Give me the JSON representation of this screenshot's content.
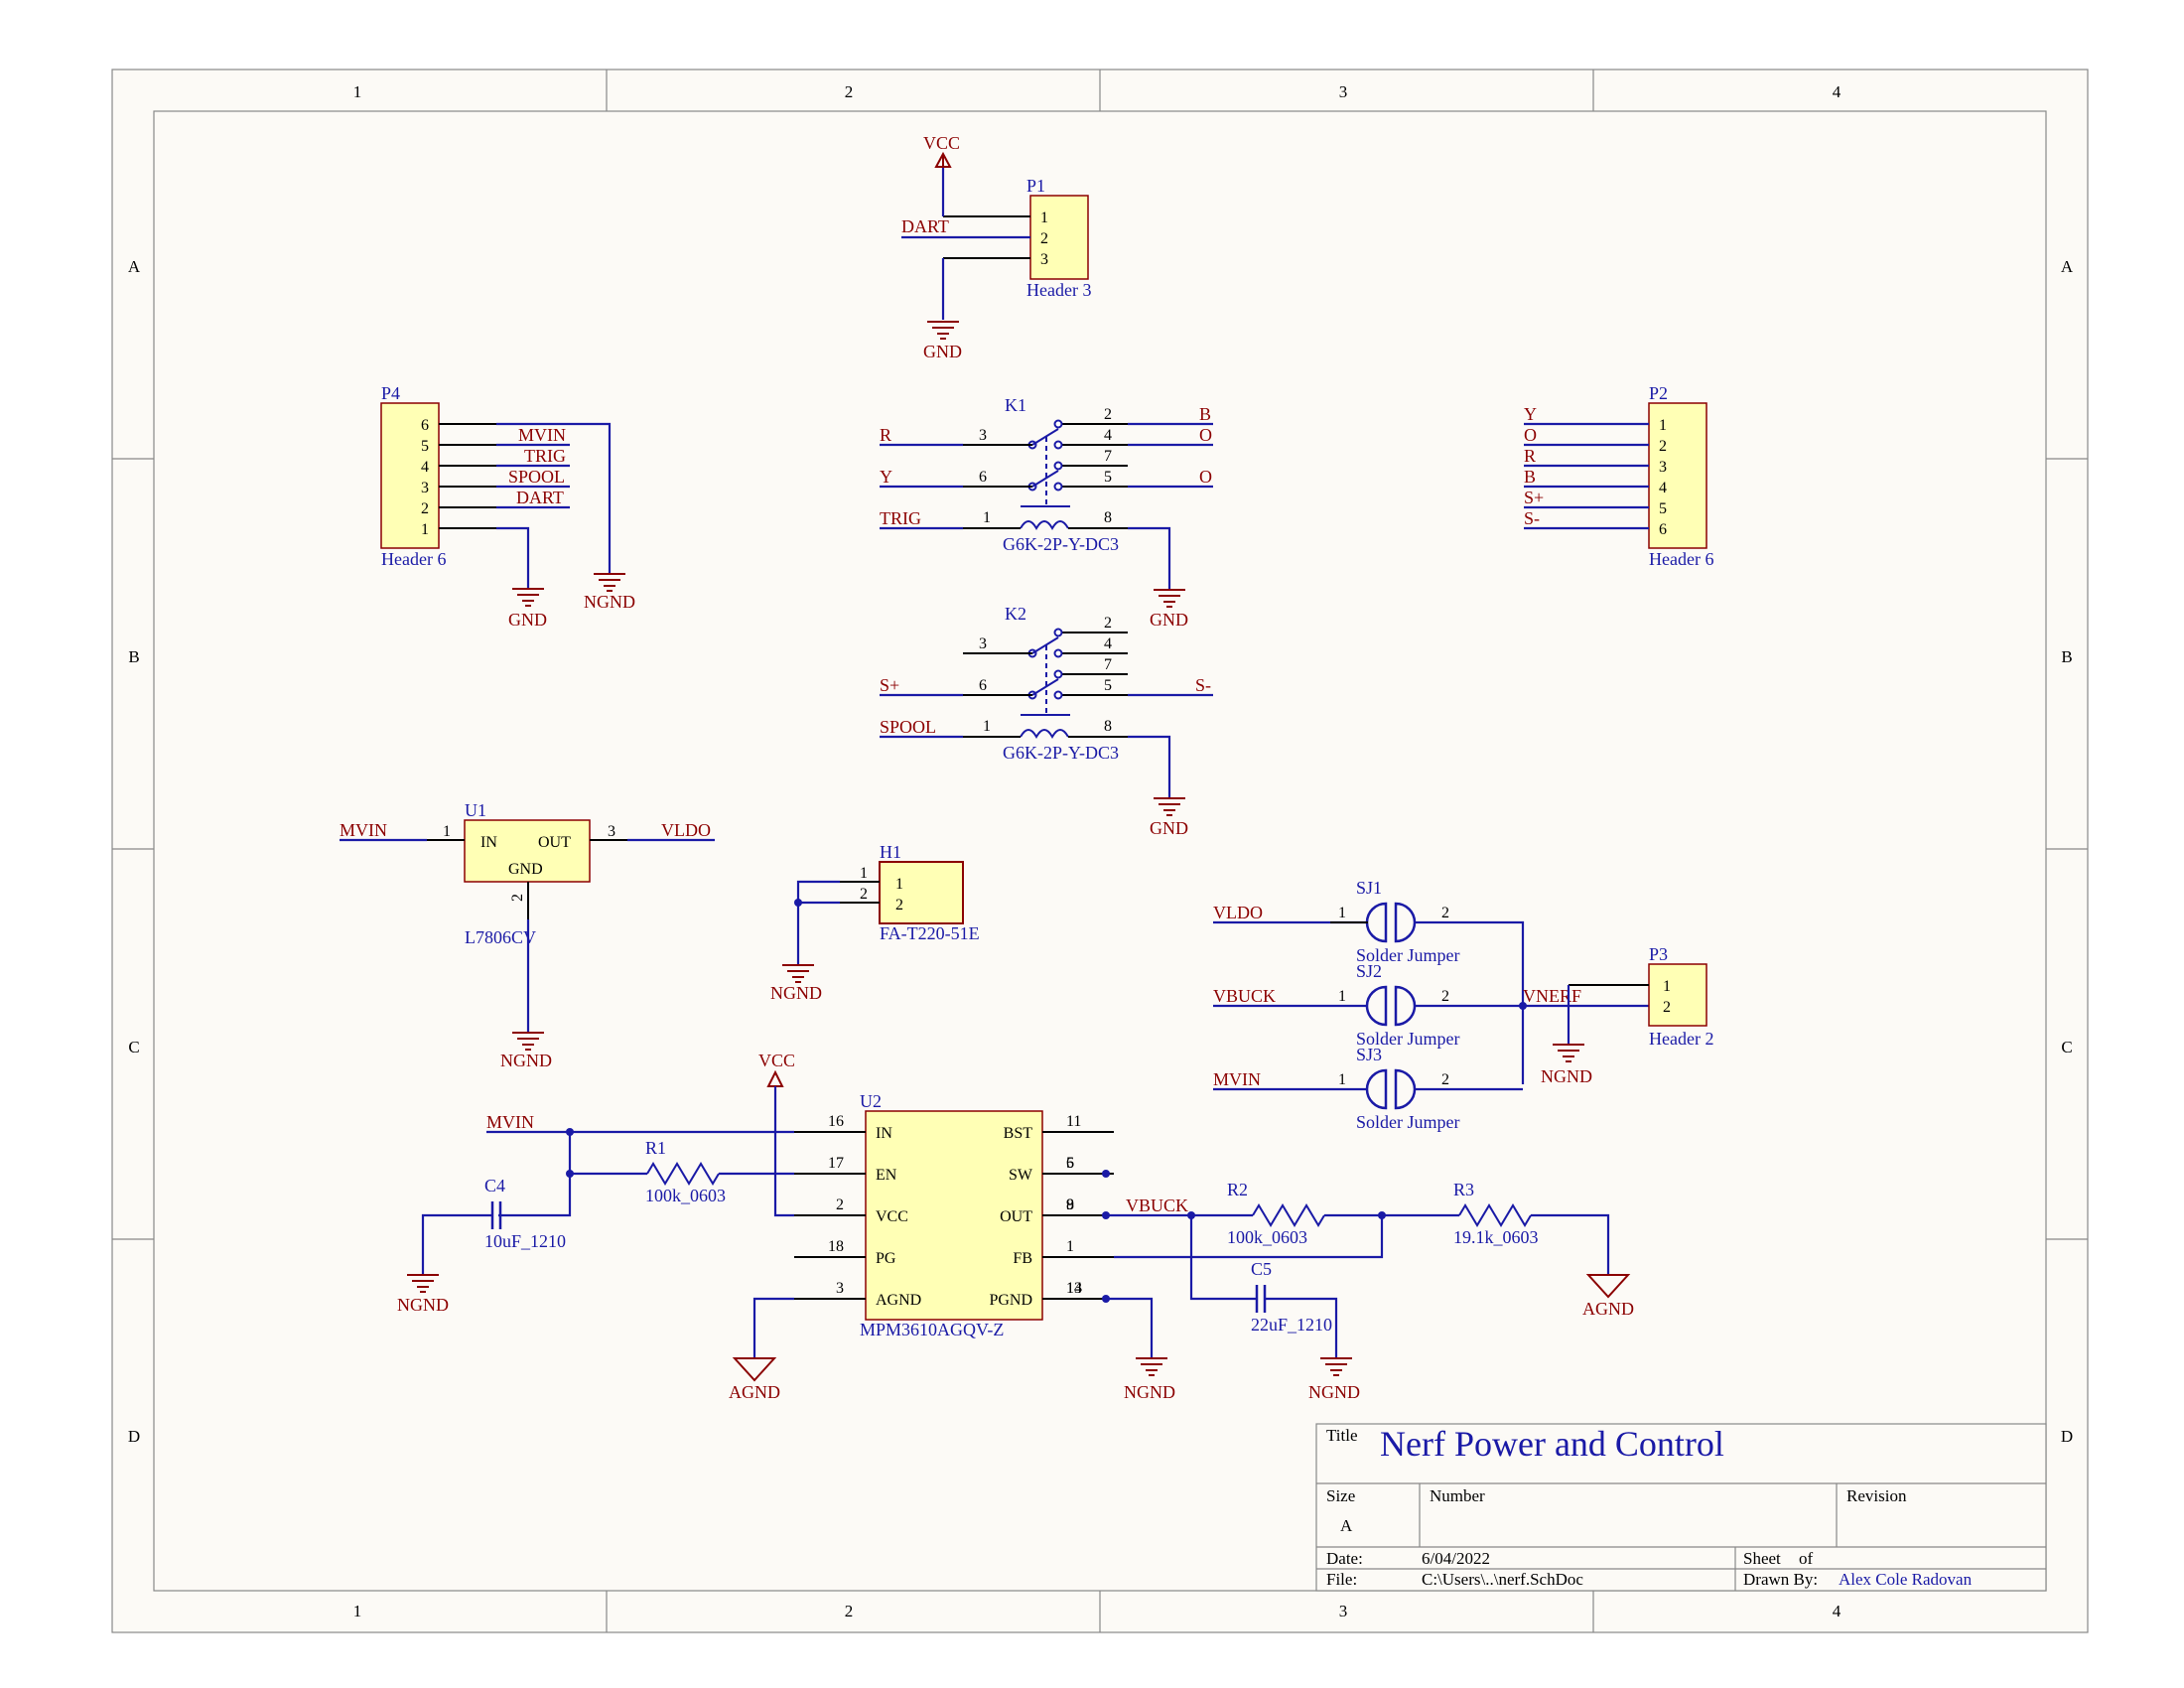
{
  "title_block": {
    "title_label": "Title",
    "title": "Nerf Power and Control",
    "size_label": "Size",
    "size": "A",
    "number_label": "Number",
    "revision_label": "Revision",
    "date_label": "Date:",
    "date": "6/04/2022",
    "sheet_label": "Sheet",
    "of_label": "of",
    "file_label": "File:",
    "file": "C:\\Users\\..\\nerf.SchDoc",
    "drawn_label": "Drawn By:",
    "drawn_by": "Alex Cole Radovan"
  },
  "zones": {
    "cols": [
      "1",
      "2",
      "3",
      "4"
    ],
    "rows": [
      "A",
      "B",
      "C",
      "D"
    ]
  },
  "components": {
    "P1": {
      "ref": "P1",
      "value": "Header 3",
      "pins": [
        "1",
        "2",
        "3"
      ]
    },
    "P2": {
      "ref": "P2",
      "value": "Header 6",
      "pins": [
        "1",
        "2",
        "3",
        "4",
        "5",
        "6"
      ]
    },
    "P3": {
      "ref": "P3",
      "value": "Header 2",
      "pins": [
        "1",
        "2"
      ]
    },
    "P4": {
      "ref": "P4",
      "value": "Header 6",
      "pins": [
        "6",
        "5",
        "4",
        "3",
        "2",
        "1"
      ]
    },
    "K1": {
      "ref": "K1",
      "value": "G6K-2P-Y-DC3"
    },
    "K2": {
      "ref": "K2",
      "value": "G6K-2P-Y-DC3"
    },
    "U1": {
      "ref": "U1",
      "value": "L7806CV",
      "in": "IN",
      "out": "OUT",
      "gnd": "GND",
      "pin_in": "1",
      "pin_out": "3",
      "pin_gnd": "2"
    },
    "H1": {
      "ref": "H1",
      "value": "FA-T220-51E",
      "pins": [
        "1",
        "2"
      ]
    },
    "SJ1": {
      "ref": "SJ1",
      "value": "Solder Jumper"
    },
    "SJ2": {
      "ref": "SJ2",
      "value": "Solder Jumper"
    },
    "SJ3": {
      "ref": "SJ3",
      "value": "Solder Jumper"
    },
    "U2": {
      "ref": "U2",
      "value": "MPM3610AGQV-Z",
      "left": [
        "IN",
        "EN",
        "VCC",
        "PG",
        "AGND"
      ],
      "left_pins": [
        "16",
        "17",
        "2",
        "18",
        "3"
      ],
      "right": [
        "BST",
        "SW",
        "OUT",
        "FB",
        "PGND"
      ],
      "right_pins": [
        "11",
        "6",
        "9",
        "1",
        "14"
      ],
      "right_pins_overlap": [
        "",
        "5",
        "8",
        "",
        "13"
      ]
    },
    "R1": {
      "ref": "R1",
      "value": "100k_0603"
    },
    "R2": {
      "ref": "R2",
      "value": "100k_0603"
    },
    "R3": {
      "ref": "R3",
      "value": "19.1k_0603"
    },
    "C4": {
      "ref": "C4",
      "value": "10uF_1210"
    },
    "C5": {
      "ref": "C5",
      "value": "22uF_1210"
    }
  },
  "nets": {
    "VCC": "VCC",
    "GND": "GND",
    "NGND": "NGND",
    "AGND": "AGND",
    "DART": "DART",
    "MVIN": "MVIN",
    "TRIG": "TRIG",
    "SPOOL": "SPOOL",
    "R": "R",
    "Y": "Y",
    "B": "B",
    "O": "O",
    "S_plus": "S+",
    "S_minus": "S-",
    "VLDO": "VLDO",
    "VBUCK": "VBUCK",
    "VNERF": "VNERF"
  },
  "relay_pins": {
    "a": "3",
    "b": "6",
    "c": "1",
    "d": "2",
    "e": "4",
    "f": "7",
    "g": "5",
    "h": "8"
  }
}
